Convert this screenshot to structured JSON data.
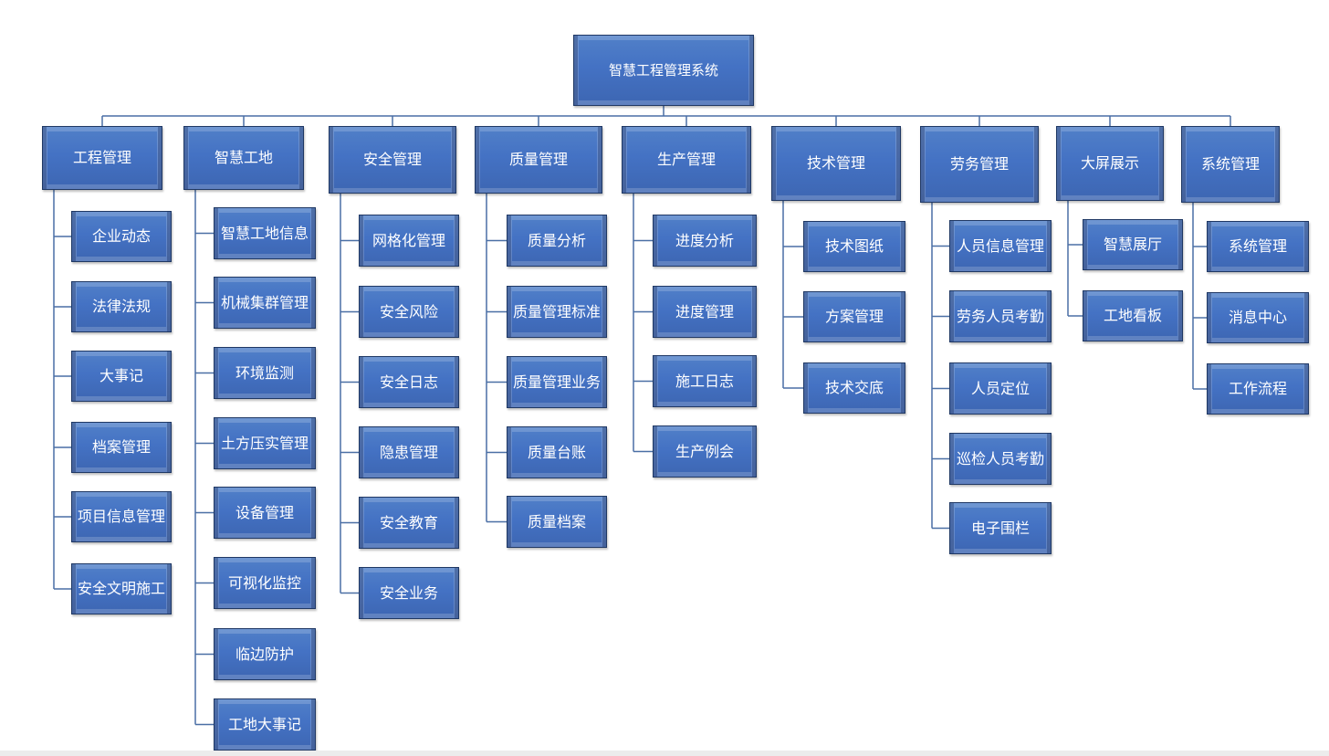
{
  "org_chart": {
    "root": "智慧工程管理系统",
    "categories": [
      {
        "label": "工程管理",
        "children": [
          "企业动态",
          "法律法规",
          "大事记",
          "档案管理",
          "项目信息管理",
          "安全文明施工"
        ]
      },
      {
        "label": "智慧工地",
        "children": [
          "智慧工地信息",
          "机械集群管理",
          "环境监测",
          "土方压实管理",
          "设备管理",
          "可视化监控",
          "临边防护",
          "工地大事记"
        ]
      },
      {
        "label": "安全管理",
        "children": [
          "网格化管理",
          "安全风险",
          "安全日志",
          "隐患管理",
          "安全教育",
          "安全业务"
        ]
      },
      {
        "label": "质量管理",
        "children": [
          "质量分析",
          "质量管理标准",
          "质量管理业务",
          "质量台账",
          "质量档案"
        ]
      },
      {
        "label": "生产管理",
        "children": [
          "进度分析",
          "进度管理",
          "施工日志",
          "生产例会"
        ]
      },
      {
        "label": "技术管理",
        "children": [
          "技术图纸",
          "方案管理",
          "技术交底"
        ]
      },
      {
        "label": "劳务管理",
        "children": [
          "人员信息管理",
          "劳务人员考勤",
          "人员定位",
          "巡检人员考勤",
          "电子围栏"
        ]
      },
      {
        "label": "大屏展示",
        "children": [
          "智慧展厅",
          "工地看板"
        ]
      },
      {
        "label": "系统管理",
        "children": [
          "系统管理",
          "消息中心",
          "工作流程"
        ]
      }
    ]
  },
  "colors": {
    "node_fill": "#4472c4",
    "node_border": "#1f3864",
    "connector": "#4a6fa5"
  }
}
